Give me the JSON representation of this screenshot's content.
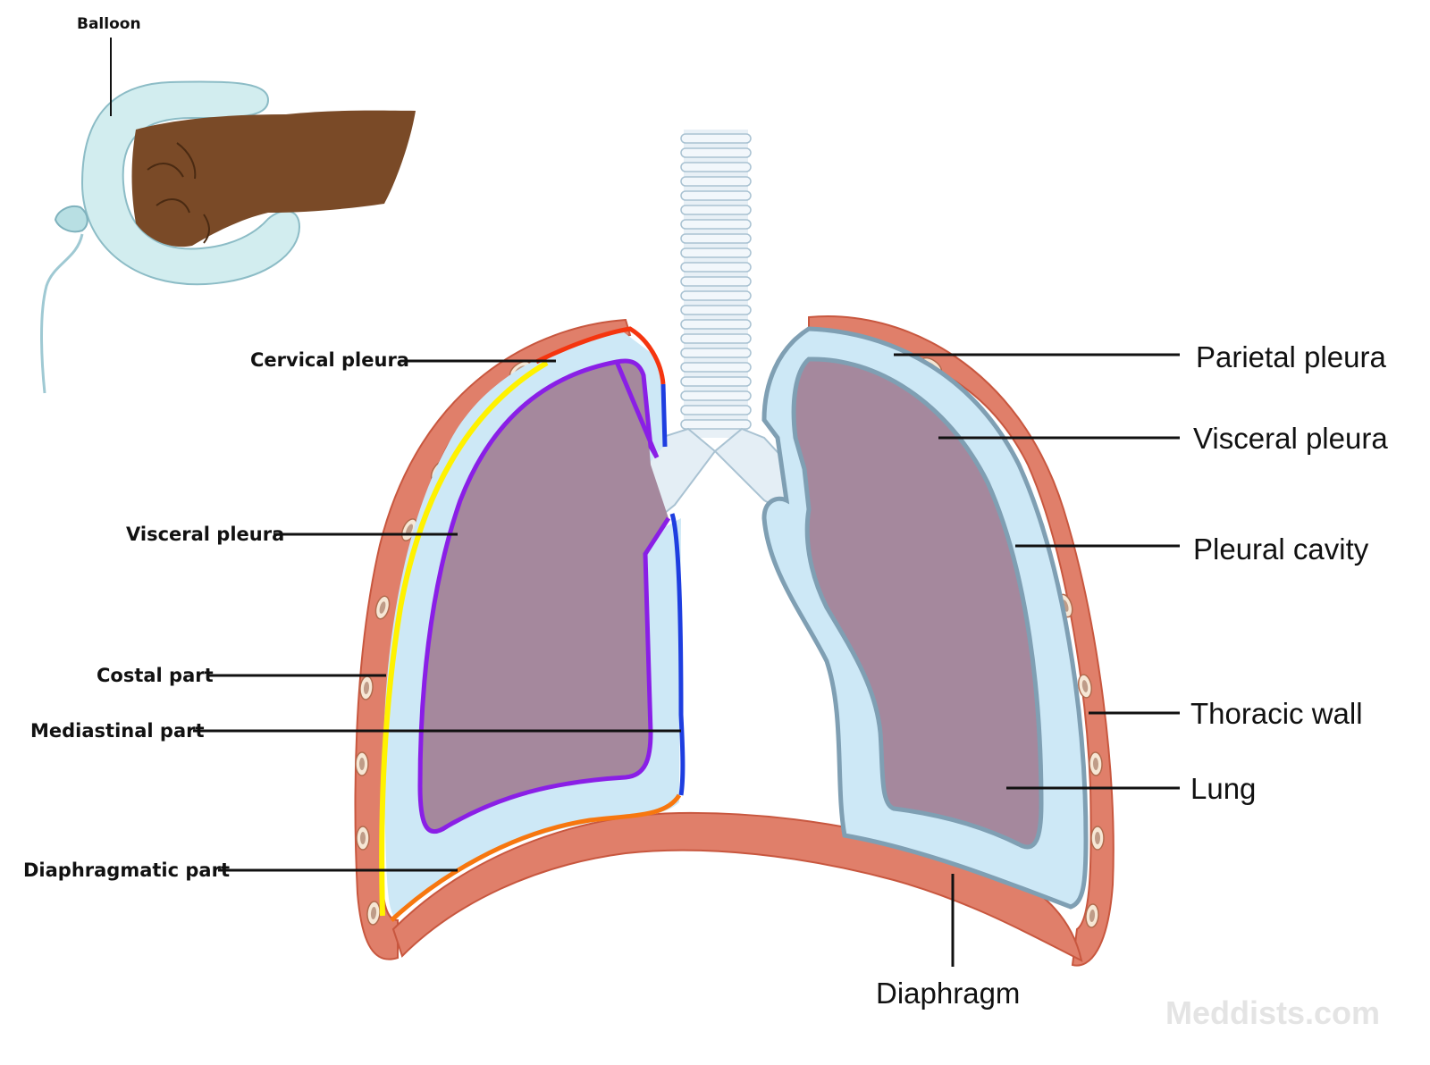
{
  "inset": {
    "balloon_label": "Balloon"
  },
  "labels_left": {
    "cervical_pleura": "Cervical pleura",
    "visceral_pleura": "Visceral pleura",
    "costal_part": "Costal part",
    "mediastinal_part": "Mediastinal part",
    "diaphragmatic_part": "Diaphragmatic part"
  },
  "labels_right": {
    "parietal_pleura": "Parietal pleura",
    "visceral_pleura": "Visceral pleura",
    "pleural_cavity": "Pleural cavity",
    "thoracic_wall": "Thoracic wall",
    "lung": "Lung"
  },
  "labels_bottom": {
    "diaphragm": "Diaphragm"
  },
  "watermark": "Meddists.com",
  "colors": {
    "thoracic_wall": "#e07f6a",
    "wall_outline": "#c8573f",
    "pleural_cavity": "#cde8f6",
    "lung": "#a5889d",
    "visceral_pleura_right": "#7f9fb3",
    "cervical_pleura": "#f5350f",
    "costal_part": "#fff200",
    "mediastinal_part": "#1e3ee0",
    "diaphragmatic_part": "#f7770f",
    "visceral_pleura_left": "#8a1fe6",
    "airway": "#e4eef5",
    "skin": "#7a4a27",
    "balloon": "#d2edef"
  }
}
